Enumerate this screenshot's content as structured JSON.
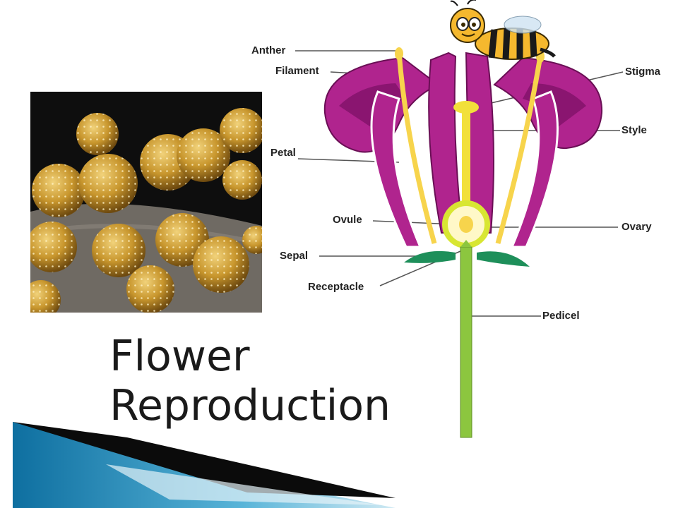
{
  "slide": {
    "title_line1": "Flower",
    "title_line2": "Reproduction"
  },
  "diagram": {
    "labels": {
      "anther": "Anther",
      "filament": "Filament",
      "stigma": "Stigma",
      "style": "Style",
      "petal": "Petal",
      "ovule": "Ovule",
      "ovary": "Ovary",
      "sepal": "Sepal",
      "receptacle": "Receptacle",
      "pedicel": "Pedicel"
    },
    "colors": {
      "petal": "#b0248e",
      "petal_dark": "#8a1570",
      "stamen": "#f7d44c",
      "pistil": "#f2e03a",
      "ovary_ring": "#d8e632",
      "sepal": "#1e8f5a",
      "stem": "#8cc63f"
    }
  },
  "images": {
    "pollen": "pollen-grains-micrograph",
    "mascot": "bee-cartoon"
  },
  "decoration": {
    "corner": "blue-swoosh"
  }
}
